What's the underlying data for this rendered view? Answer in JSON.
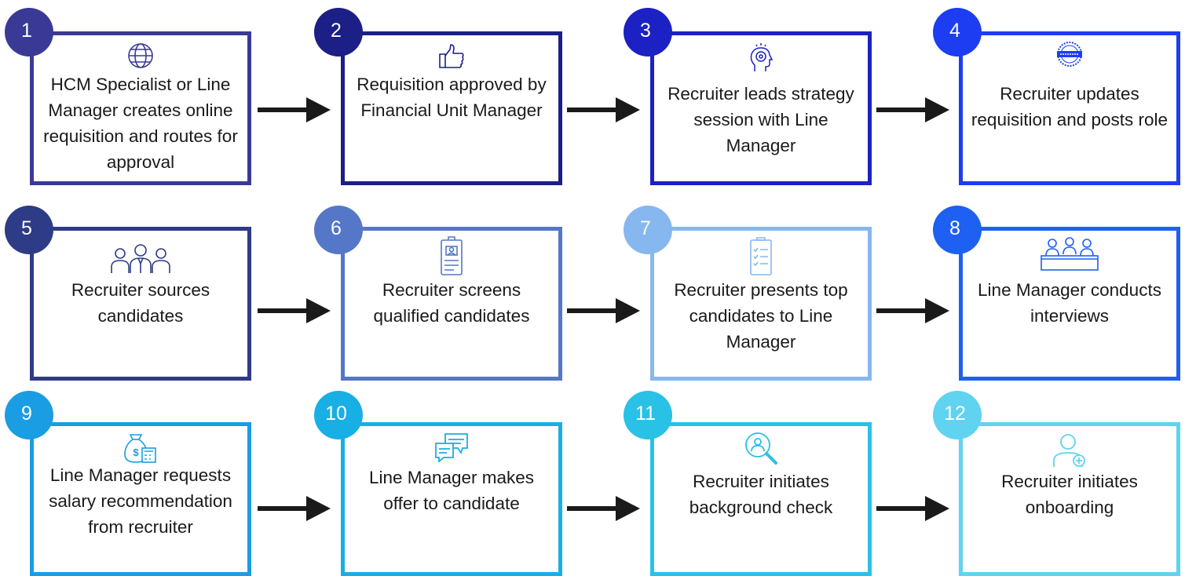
{
  "steps": [
    {
      "number": "1",
      "text": "HCM Specialist or Line Manager creates online requisition and routes for approval",
      "color": "#3a3a96",
      "icon": "globe-icon"
    },
    {
      "number": "2",
      "text": "Requisition approved by Financial Unit Manager",
      "color": "#1b1f86",
      "icon": "thumbs-up-icon"
    },
    {
      "number": "3",
      "text": "Recruiter leads strategy session with Line Manager",
      "color": "#1b21c2",
      "icon": "head-brain-icon"
    },
    {
      "number": "4",
      "text": "Recruiter updates requisition and posts role",
      "color": "#1c3df2",
      "icon": "now-hiring-stamp-icon"
    },
    {
      "number": "5",
      "text": "Recruiter sources candidates",
      "color": "#2e3b86",
      "icon": "candidates-group-icon"
    },
    {
      "number": "6",
      "text": "Recruiter screens qualified candidates",
      "color": "#5577c7",
      "icon": "id-badge-icon"
    },
    {
      "number": "7",
      "text": "Recruiter presents top candidates to Line Manager",
      "color": "#86b7ef",
      "icon": "clipboard-checklist-icon"
    },
    {
      "number": "8",
      "text": "Line Manager conducts interviews",
      "color": "#1e60f2",
      "icon": "interview-panel-icon"
    },
    {
      "number": "9",
      "text": "Line Manager requests salary recommendation from recruiter",
      "color": "#1a9de2",
      "icon": "money-bag-calculator-icon"
    },
    {
      "number": "10",
      "text": "Line Manager makes offer to candidate",
      "color": "#18afe5",
      "icon": "chat-bubbles-icon"
    },
    {
      "number": "11",
      "text": "Recruiter initiates background check",
      "color": "#29c1e6",
      "icon": "magnifier-person-icon"
    },
    {
      "number": "12",
      "text": "Recruiter initiates onboarding",
      "color": "#5fd3f0",
      "icon": "add-user-icon"
    }
  ]
}
